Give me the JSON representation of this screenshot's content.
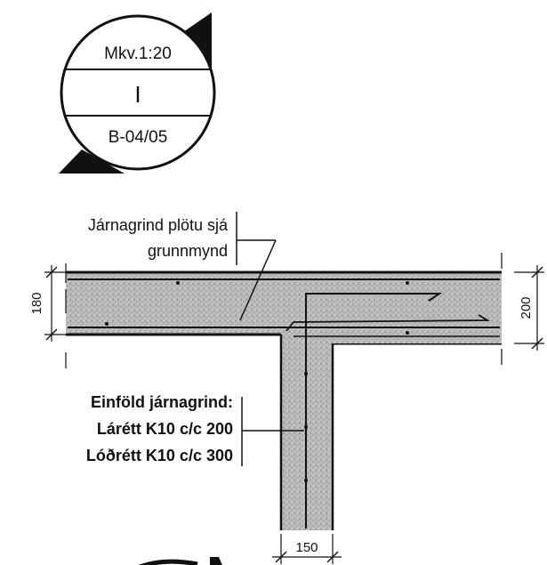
{
  "detail_marker": {
    "scale": "Mkv.1:20",
    "detail_id": "I",
    "sheet_ref": "B-04/05"
  },
  "slab_note": {
    "line1": "Járnagrind plötu sjá",
    "line2": "grunnmynd"
  },
  "wall_note": {
    "title": "Einföld járnagrind:",
    "horizontal": "Lárétt K10 c/c 200",
    "vertical": "Lóðrétt K10 c/c 300"
  },
  "dimensions": {
    "slab_thickness_left": "180",
    "slab_thickness_right": "200",
    "wall_thickness": "150"
  }
}
